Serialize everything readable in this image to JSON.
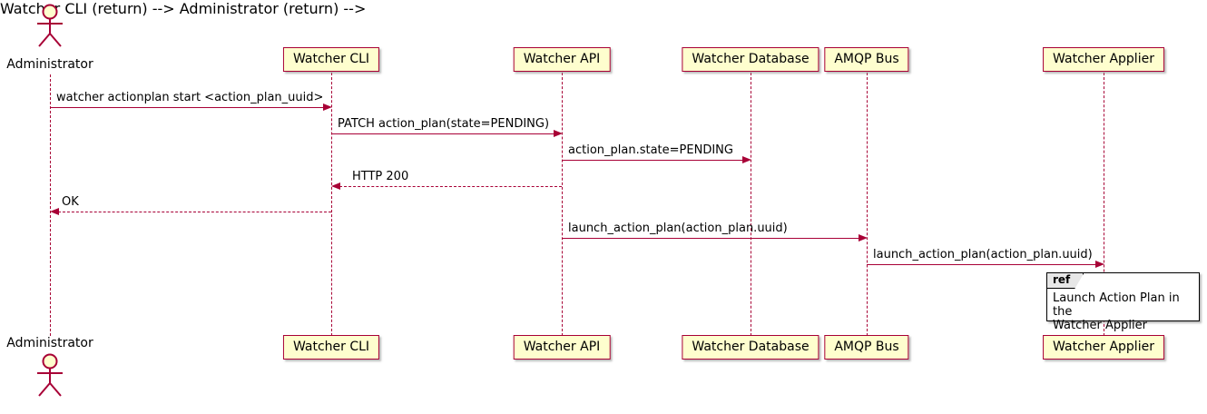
{
  "diagram": {
    "type": "sequence",
    "actor": {
      "name": "Administrator"
    },
    "participants": [
      {
        "label": "Watcher CLI"
      },
      {
        "label": "Watcher API"
      },
      {
        "label": "Watcher Database"
      },
      {
        "label": "AMQP Bus"
      },
      {
        "label": "Watcher Applier"
      }
    ],
    "messages": [
      {
        "from": "Administrator",
        "to": "Watcher CLI",
        "style": "solid",
        "label": "watcher actionplan start <action_plan_uuid>"
      },
      {
        "from": "Watcher CLI",
        "to": "Watcher API",
        "style": "solid",
        "label": "PATCH action_plan(state=PENDING)"
      },
      {
        "from": "Watcher API",
        "to": "Watcher Database",
        "style": "solid",
        "label": "action_plan.state=PENDING"
      },
      {
        "from": "Watcher API",
        "to": "Watcher CLI",
        "style": "dashed",
        "label": "HTTP 200"
      },
      {
        "from": "Watcher CLI",
        "to": "Administrator",
        "style": "dashed",
        "label": "OK"
      },
      {
        "from": "Watcher API",
        "to": "AMQP Bus",
        "style": "solid",
        "label": "launch_action_plan(action_plan.uuid)"
      },
      {
        "from": "AMQP Bus",
        "to": "Watcher Applier",
        "style": "solid",
        "label": "launch_action_plan(action_plan.uuid)"
      }
    ],
    "ref": {
      "tag": "ref",
      "text": "Launch Action Plan in the\nWatcher Applier"
    },
    "colors": {
      "participant_fill": "#FEFECE",
      "border": "#A80036",
      "lifeline": "#A80036",
      "arrow": "#A80036",
      "text": "#000000",
      "ref_border": "#000000"
    }
  }
}
